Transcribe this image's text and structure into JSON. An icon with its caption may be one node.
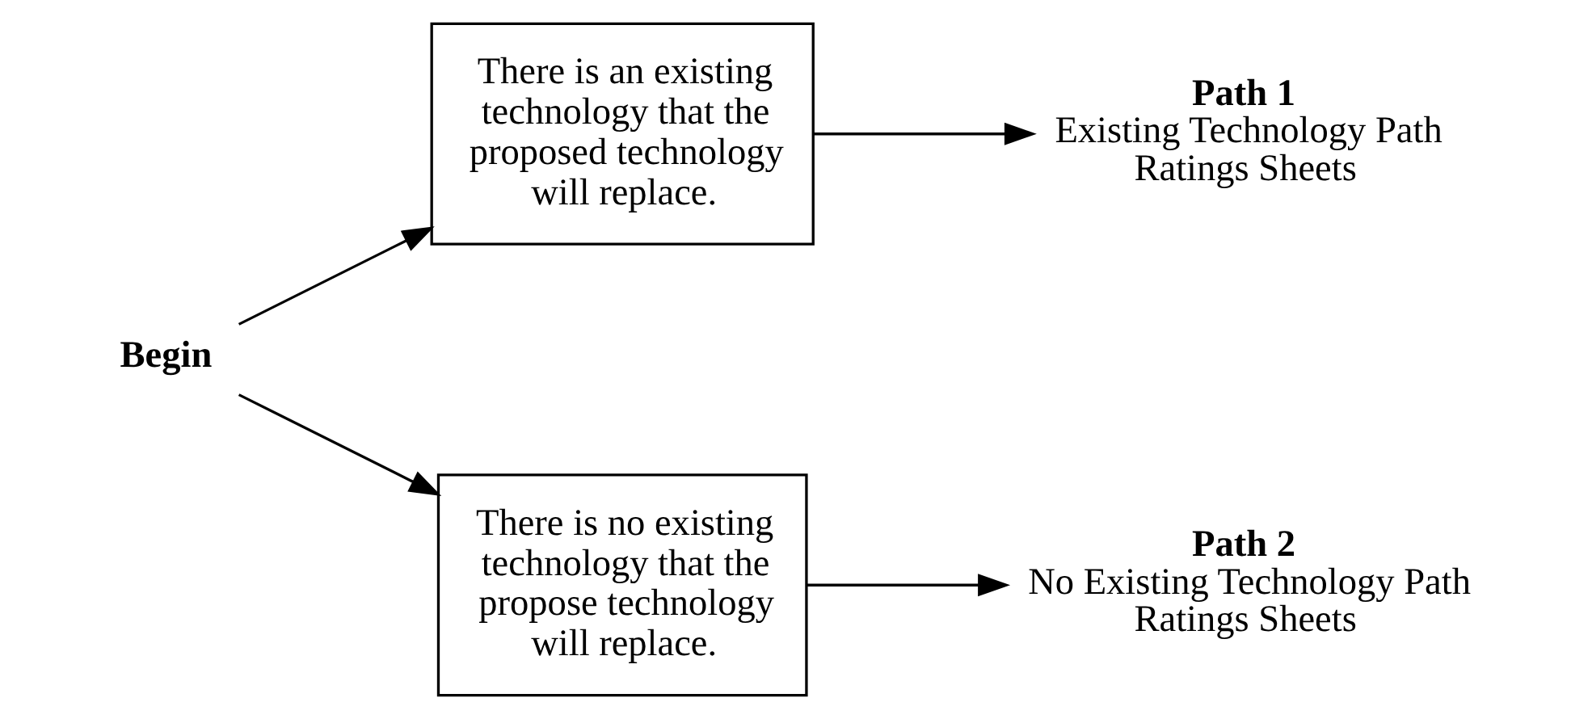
{
  "diagram": {
    "nodes": [
      {
        "text": [
          "Begin"
        ]
      },
      {
        "text": [
          "There is an existing technology that the proposed technology will replace."
        ]
      },
      {
        "text": [
          "There is no existing technology that the propose technology will replace."
        ]
      },
      {
        "text": [
          "Path 1",
          "Existing Technology Path Ratings Sheets"
        ]
      },
      {
        "text": [
          "Path 2",
          "No Existing Technology Path Ratings Sheets"
        ]
      }
    ],
    "edges": [
      {
        "from": 0,
        "to": 1,
        "arrow": "to"
      },
      {
        "from": 0,
        "to": 2,
        "arrow": "to"
      },
      {
        "from": 1,
        "to": 3,
        "arrow": "to"
      },
      {
        "from": 2,
        "to": 4,
        "arrow": "to"
      }
    ]
  }
}
